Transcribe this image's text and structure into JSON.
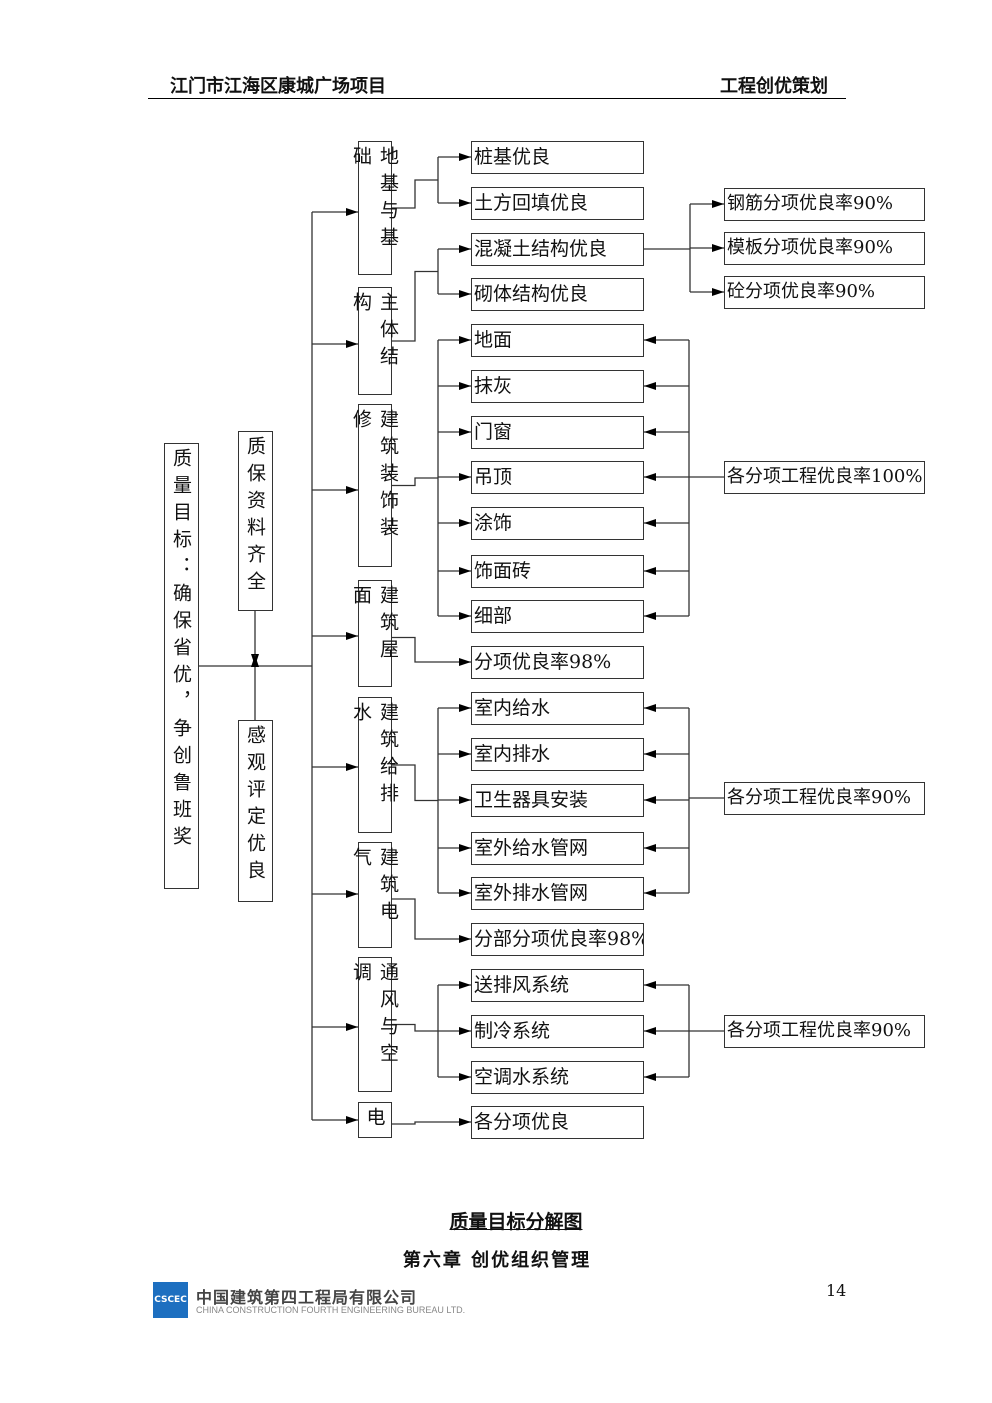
{
  "header": {
    "project": "江门市江海区康城广场项目",
    "doc_title": "工程创优策划"
  },
  "diagram": {
    "goal": "质量目标：确保省优，争创鲁班奖",
    "left_boxes": [
      "质保资料齐全",
      "感观评定优良"
    ],
    "categories": [
      "地基与基础",
      "主体结构",
      "建筑装饰装修",
      "建筑屋面",
      "建筑给排水",
      "建筑电气",
      "通风与空调",
      "电"
    ],
    "items": [
      "桩基优良",
      "土方回填优良",
      "混凝土结构优良",
      "砌体结构优良",
      "地面",
      "抹灰",
      "门窗",
      "吊顶",
      "涂饰",
      "饰面砖",
      "细部",
      "分项优良率98%",
      "室内给水",
      "室内排水",
      "卫生器具安装",
      "室外给水管网",
      "室外排水管网",
      "分部分项优良率98%",
      "送排风系统",
      "制冷系统",
      "空调水系统",
      "各分项优良"
    ],
    "targets": [
      "钢筋分项优良率90%",
      "模板分项优良率90%",
      "砼分项优良率90%",
      "各分项工程优良率100%",
      "各分项工程优良率90%",
      "各分项工程优良率90%"
    ]
  },
  "caption": "质量目标分解图",
  "chapter": "第六章  创优组织管理",
  "footer": {
    "logo_text": "CSCEC",
    "company_cn": "中国建筑第四工程局有限公司",
    "company_en": "CHINA CONSTRUCTION FOURTH ENGINEERING BUREAU LTD.",
    "page_number": "14"
  }
}
